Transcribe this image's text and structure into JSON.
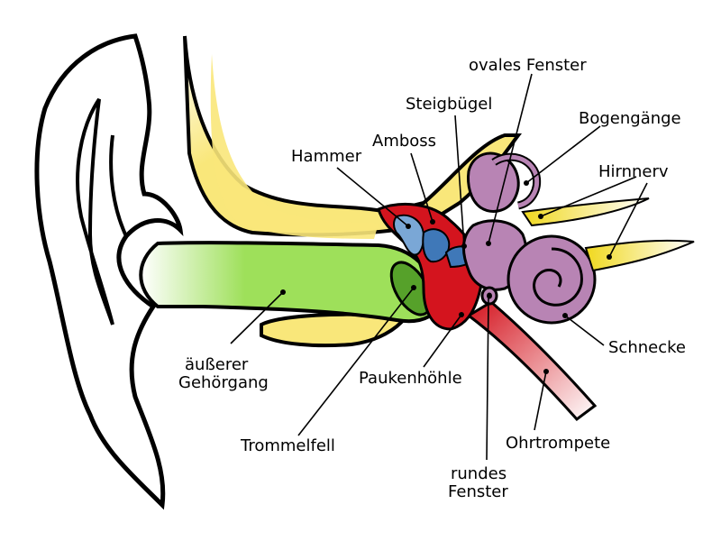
{
  "colors": {
    "ear": "#ffffff",
    "outline": "#000000",
    "bone": "#f9e77a",
    "canal": "#9ee05a",
    "eardrum": "#56a12a",
    "tympanic_cavity": "#d4141e",
    "ossicles": "#7aa7d6",
    "inner_ear": "#b884b4",
    "nerve": "#f0d81e",
    "eustachian_tube": "#e89090"
  },
  "labels": {
    "hammer": "Hammer",
    "amboss": "Amboss",
    "steigbuegel": "Steigbügel",
    "ovales_fenster": "ovales Fenster",
    "bogengaenge": "Bogengänge",
    "hirnnerv": "Hirnnerv",
    "schnecke": "Schnecke",
    "ohrtrompete": "Ohrtrompete",
    "rundes_fenster": [
      "rundes",
      "Fenster"
    ],
    "paukenhoehle": "Paukenhöhle",
    "trommelfell": "Trommelfell",
    "gehoergang": [
      "äußerer",
      "Gehörgang"
    ]
  }
}
